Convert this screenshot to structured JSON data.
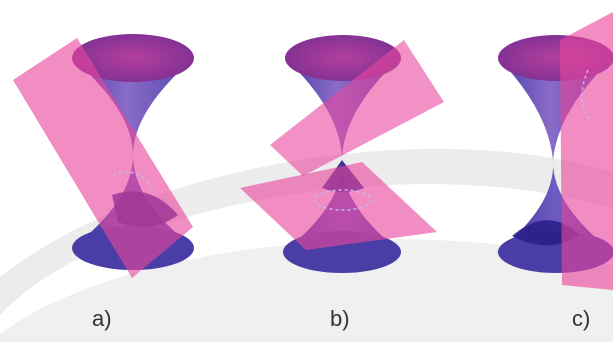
{
  "figures": [
    {
      "id": "a",
      "label": "a)"
    },
    {
      "id": "b",
      "label": "b)"
    },
    {
      "id": "c",
      "label": "c)"
    }
  ],
  "colors": {
    "cone_light": "#8a6cc8",
    "cone_mid": "#5b4bb0",
    "cone_dark": "#2a1f8a",
    "cone_top": "#9b3aa0",
    "plane": "#e8479e",
    "band": "#e9e9e9",
    "background": "#ffffff",
    "caption": "#333333"
  }
}
